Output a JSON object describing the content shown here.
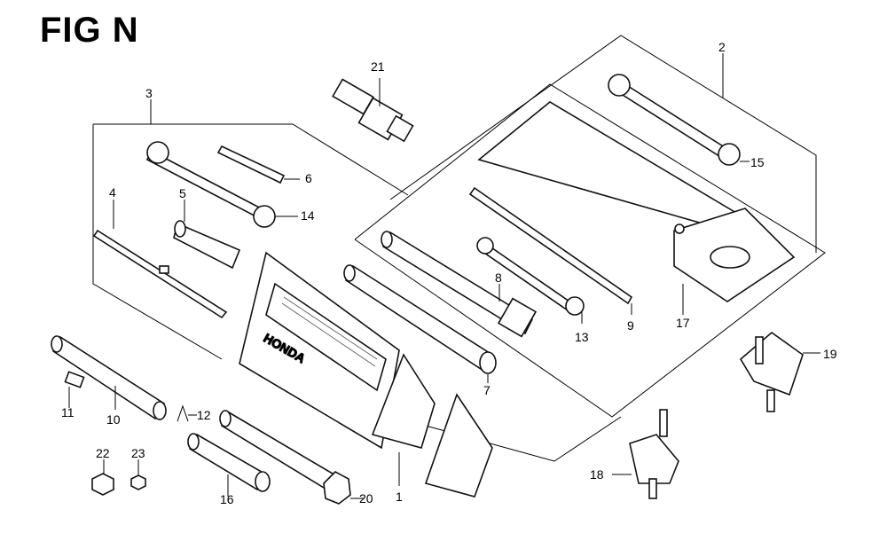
{
  "title": "FIG N",
  "brand_text": "HONDA",
  "callouts": [
    "1",
    "2",
    "3",
    "4",
    "5",
    "6",
    "7",
    "8",
    "9",
    "10",
    "11",
    "12",
    "13",
    "14",
    "15",
    "16",
    "17",
    "18",
    "19",
    "20",
    "21",
    "22",
    "23"
  ]
}
